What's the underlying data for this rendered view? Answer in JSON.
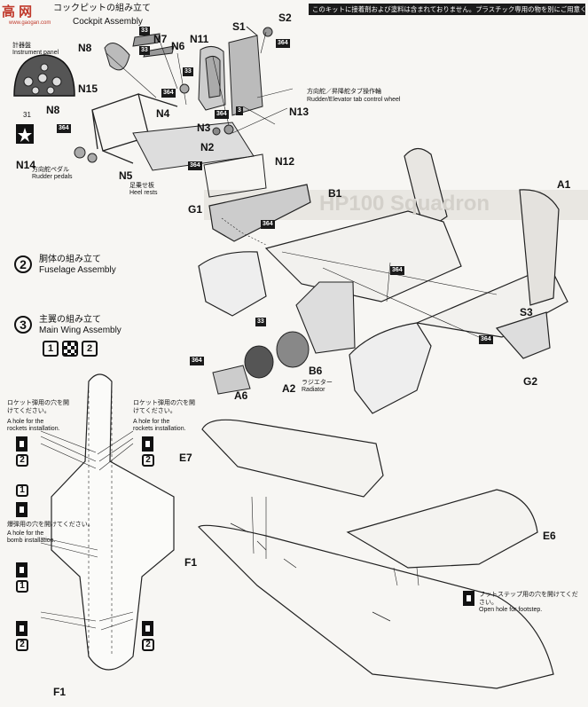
{
  "header": {
    "notice": "このキットに接着剤および塗料は含まれておりません。プラスチック専用の物を別にご用意ください。",
    "step1_title_jp": "コックピットの組み立て",
    "step1_title_en": "Cockpit Assembly",
    "watermark": "高 网",
    "watermark_url": "www.gaogan.com"
  },
  "parts": {
    "N7": "N7",
    "N6": "N6",
    "N8": "N8",
    "N11": "N11",
    "S1": "S1",
    "S2": "S2",
    "N15": "N15",
    "N4": "N4",
    "N3": "N3",
    "N2": "N2",
    "N13": "N13",
    "N12": "N12",
    "N14": "N14",
    "N5": "N5",
    "G1": "G1",
    "B1": "B1",
    "A1": "A1",
    "S3": "S3",
    "G2": "G2",
    "B6": "B6",
    "A2": "A2",
    "A6": "A6",
    "E7": "E7",
    "F1": "F1",
    "E6": "E6",
    "F1b": "F1"
  },
  "notes": {
    "instrument_jp": "計器盤",
    "instrument_en": "Instrument panel",
    "rudder_tab_jp": "方向舵／昇降舵タブ操作輪",
    "rudder_tab_en": "Rudder/Elevator tab control wheel",
    "rudder_pedals_jp": "方向舵ペダル",
    "rudder_pedals_en": "Rudder pedals",
    "heel_jp": "足乗せ板",
    "heel_en": "Heel rests",
    "radiator_jp": "ラジエター",
    "radiator_en": "Radiator",
    "rocket_jp_l": "ロケット弾用の穴を開けてください。",
    "rocket_en_l": "A hole for the rockets installation.",
    "rocket_jp_r": "ロケット弾用の穴を開けてください。",
    "rocket_en_r": "A hole for the rockets installation.",
    "bomb_jp": "爆弾用の穴を開けてください。",
    "bomb_en": "A hole for the bomb installation.",
    "foot_jp": "フットステップ用の穴を開けてください。",
    "foot_en": "Open hole for footstep."
  },
  "steps": [
    {
      "num": "2",
      "jp": "胴体の組み立て",
      "en": "Fuselage Assembly"
    },
    {
      "num": "3",
      "jp": "主翼の組み立て",
      "en": "Main Wing Assembly"
    }
  ],
  "codes": {
    "c33": "33",
    "c364": "364",
    "c3": "3",
    "c31": "31"
  },
  "markers": {
    "m1": "1",
    "m2": "2"
  },
  "bg_text": "HP100 Squadron"
}
